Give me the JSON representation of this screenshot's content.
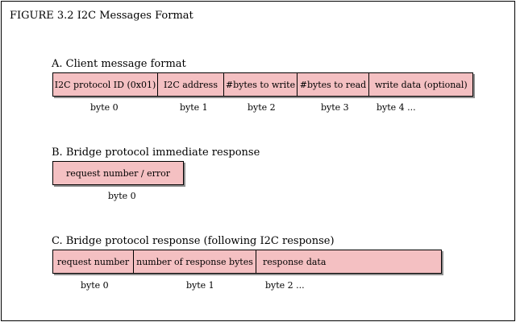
{
  "figure": {
    "title": "FIGURE 3.2 I2C Messages Format"
  },
  "colors": {
    "field_fill": "#f4c0c2",
    "field_border": "#000000",
    "shadow": "#8f8f8f"
  },
  "sections": [
    {
      "title": "A. Client message format",
      "fields": [
        {
          "label": "I2C protocol ID (0x01)",
          "byte": "byte 0"
        },
        {
          "label": "I2C address",
          "byte": "byte 1"
        },
        {
          "label": "#bytes to write",
          "byte": "byte 2"
        },
        {
          "label": "#bytes to read",
          "byte": "byte 3"
        },
        {
          "label": "write data (optional)",
          "byte": "byte 4 ..."
        }
      ]
    },
    {
      "title": "B. Bridge protocol immediate response",
      "fields": [
        {
          "label": "request number / error",
          "byte": "byte 0"
        }
      ]
    },
    {
      "title": "C. Bridge protocol response (following I2C response)",
      "fields": [
        {
          "label": "request number",
          "byte": "byte 0"
        },
        {
          "label": "number of response bytes",
          "byte": "byte 1"
        },
        {
          "label": "response data",
          "byte": "byte 2 ..."
        }
      ]
    }
  ]
}
